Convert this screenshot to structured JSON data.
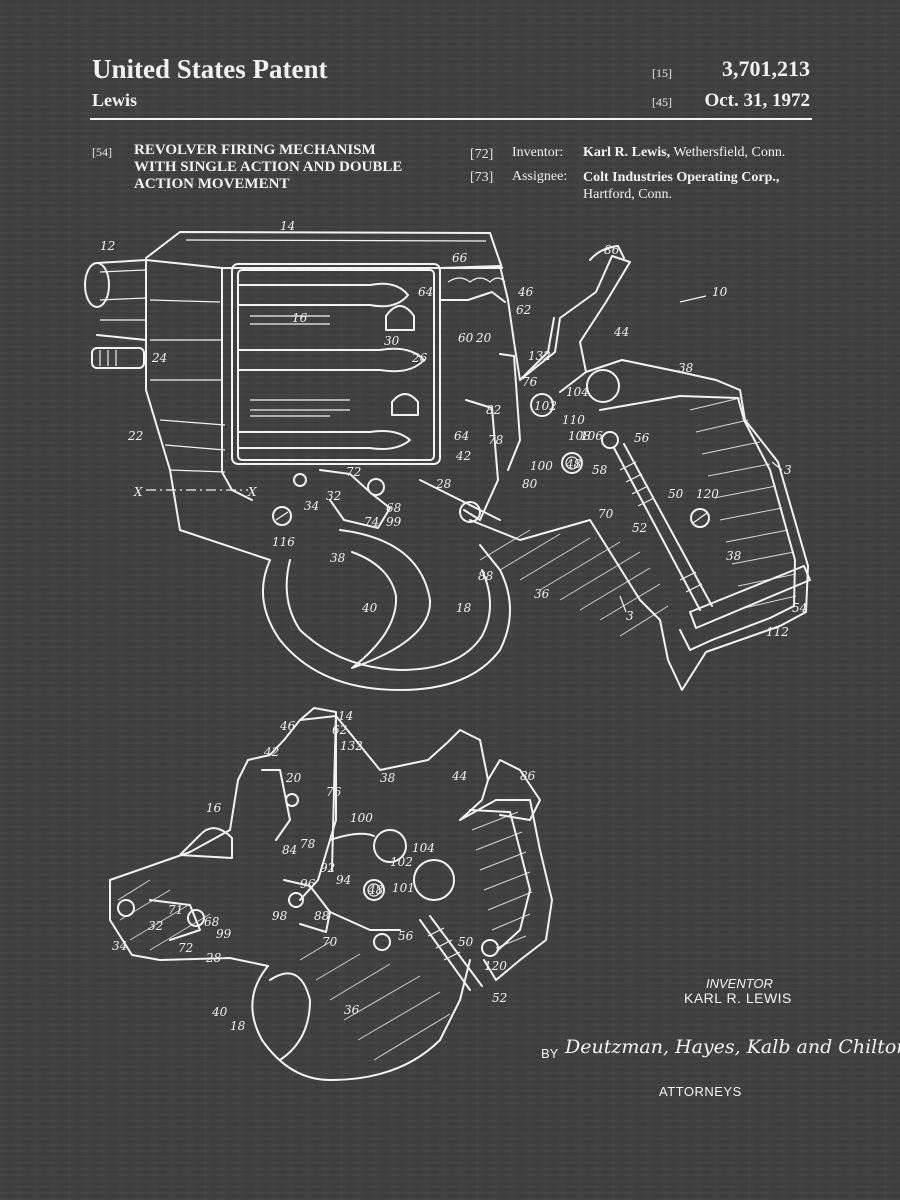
{
  "header": {
    "title": "United States Patent",
    "inventor_surname": "Lewis",
    "patent_number_code": "[15]",
    "patent_number": "3,701,213",
    "date_code": "[45]",
    "date": "Oct. 31, 1972"
  },
  "abstract": {
    "title_code": "[54]",
    "title_lines": [
      "REVOLVER FIRING MECHANISM",
      "WITH SINGLE ACTION AND DOUBLE",
      "ACTION MOVEMENT"
    ],
    "inventor_code": "[72]",
    "inventor_label": "Inventor:",
    "inventor_name": "Karl R. Lewis,",
    "inventor_location": "Wethersfield, Conn.",
    "assignee_code": "[73]",
    "assignee_label": "Assignee:",
    "assignee_name": "Colt Industries Operating Corp.,",
    "assignee_location": "Hartford, Conn."
  },
  "figure_top": {
    "refs": [
      "14",
      "12",
      "24",
      "22",
      "16",
      "66",
      "46",
      "64",
      "62",
      "60",
      "20",
      "26",
      "30",
      "132",
      "76",
      "82",
      "78",
      "64",
      "42",
      "104",
      "102",
      "110",
      "108",
      "106",
      "100",
      "48",
      "56",
      "58",
      "80",
      "28",
      "72",
      "32",
      "34",
      "68",
      "74",
      "99",
      "116",
      "38",
      "40",
      "18",
      "88",
      "36",
      "70",
      "52",
      "50",
      "120",
      "38",
      "54",
      "112",
      "86",
      "44",
      "38",
      "10",
      "3",
      "3",
      "X",
      "X"
    ]
  },
  "figure_bottom": {
    "refs": [
      "46",
      "14",
      "62",
      "42",
      "132",
      "38",
      "44",
      "86",
      "20",
      "76",
      "16",
      "100",
      "84",
      "78",
      "92",
      "96",
      "94",
      "102",
      "104",
      "48",
      "101",
      "34",
      "32",
      "71",
      "68",
      "99",
      "72",
      "28",
      "98",
      "88",
      "70",
      "56",
      "50",
      "120",
      "52",
      "40",
      "18",
      "36"
    ]
  },
  "signature": {
    "inventor_label": "INVENTOR",
    "inventor_name": "KARL R. LEWIS",
    "by_label": "BY",
    "firm": "Deutzman, Hayes, Kalb and Chilton",
    "attorneys_label": "ATTORNEYS"
  },
  "colors": {
    "background": "#3f3f40",
    "ink": "#f2f2f2"
  }
}
